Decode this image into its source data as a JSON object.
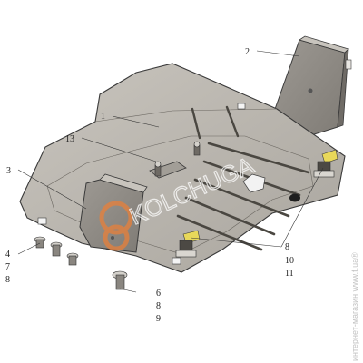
{
  "callouts": {
    "c1": "1",
    "c2": "2",
    "c3": "3",
    "c13": "13",
    "c4": "4",
    "c7": "7",
    "c8a": "8",
    "c6": "6",
    "c8b": "8",
    "c9": "9",
    "c8c": "8",
    "c10": "10",
    "c11": "11"
  },
  "watermark": {
    "brand": "KOLCHUGA",
    "side": "интернет-магазин www.f.ua®"
  },
  "colors": {
    "metal": "#b8b4ad",
    "metal_dark": "#8f8b85",
    "outline": "#3a3a3a",
    "brand_orange": "#e8803a"
  }
}
